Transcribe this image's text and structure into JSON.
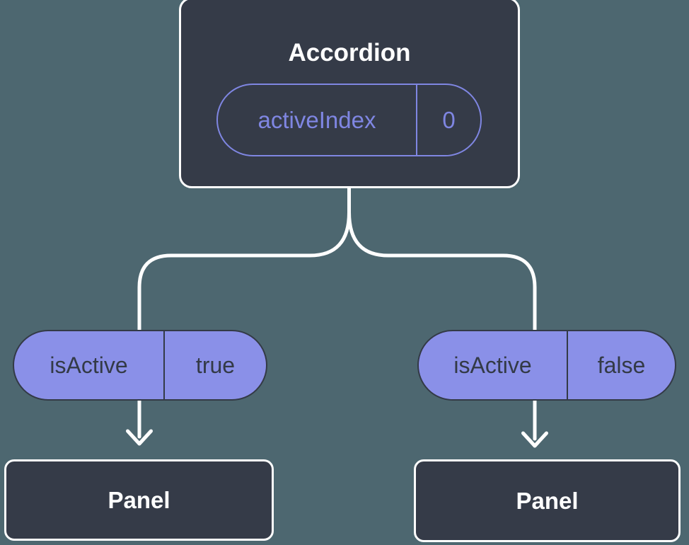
{
  "diagram": {
    "root": {
      "title": "Accordion",
      "prop_name": "activeIndex",
      "prop_value": "0"
    },
    "left_child": {
      "state_name": "isActive",
      "state_value": "true",
      "panel_title": "Panel"
    },
    "right_child": {
      "state_name": "isActive",
      "state_value": "false",
      "panel_title": "Panel"
    }
  },
  "colors": {
    "background": "#4d6770",
    "node_fill": "#353b48",
    "node_border": "#fdfdfd",
    "pill_fill": "#8a90e8",
    "pill_dark": "#333a46",
    "accent_purple": "#7f86e2",
    "connector_white": "#ffffff"
  }
}
